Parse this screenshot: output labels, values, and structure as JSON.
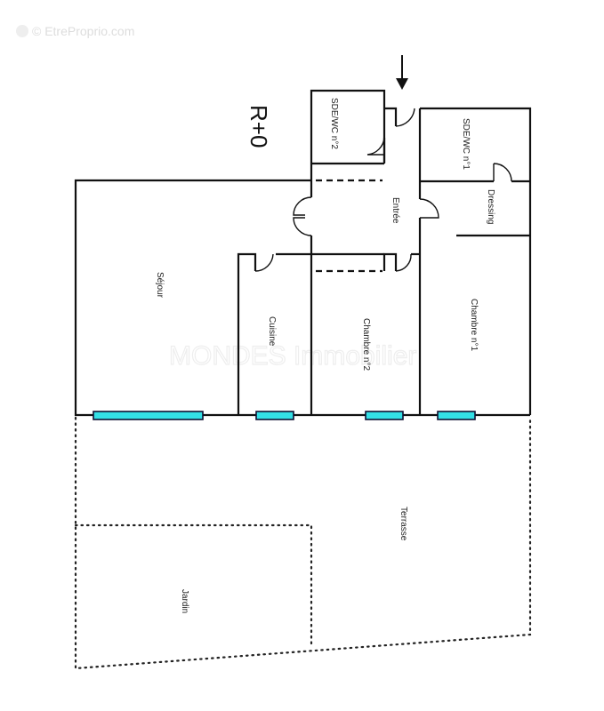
{
  "watermark": {
    "site": "© EtreProprio.com",
    "agency": "MONDES Immobilier"
  },
  "plan": {
    "level_label": "R+0",
    "entrance_arrow": "arrow-down",
    "rooms": [
      {
        "id": "sdewc2",
        "label": "SDE/WC n°2"
      },
      {
        "id": "sdewc1",
        "label": "SDE/WC n°1"
      },
      {
        "id": "entree",
        "label": "Entrée"
      },
      {
        "id": "dressing",
        "label": "Dressing"
      },
      {
        "id": "sejour",
        "label": "Séjour"
      },
      {
        "id": "cuisine",
        "label": "Cuisine"
      },
      {
        "id": "chambre2",
        "label": "Chambre n°2"
      },
      {
        "id": "chambre1",
        "label": "Chambre n°1"
      },
      {
        "id": "terrasse",
        "label": "Terrasse"
      },
      {
        "id": "jardin",
        "label": "Jardin"
      }
    ],
    "colors": {
      "window": "#33e0e6",
      "wall": "#111111"
    }
  }
}
